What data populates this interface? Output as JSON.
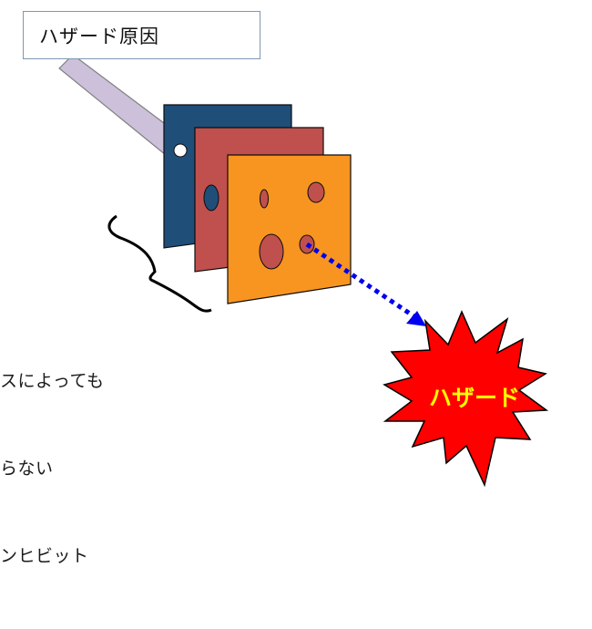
{
  "cause_label": "ハザード原因",
  "hazard_label": "ハザード",
  "note_lines": [
    "スによっても",
    "らない",
    "ンヒビット"
  ]
}
